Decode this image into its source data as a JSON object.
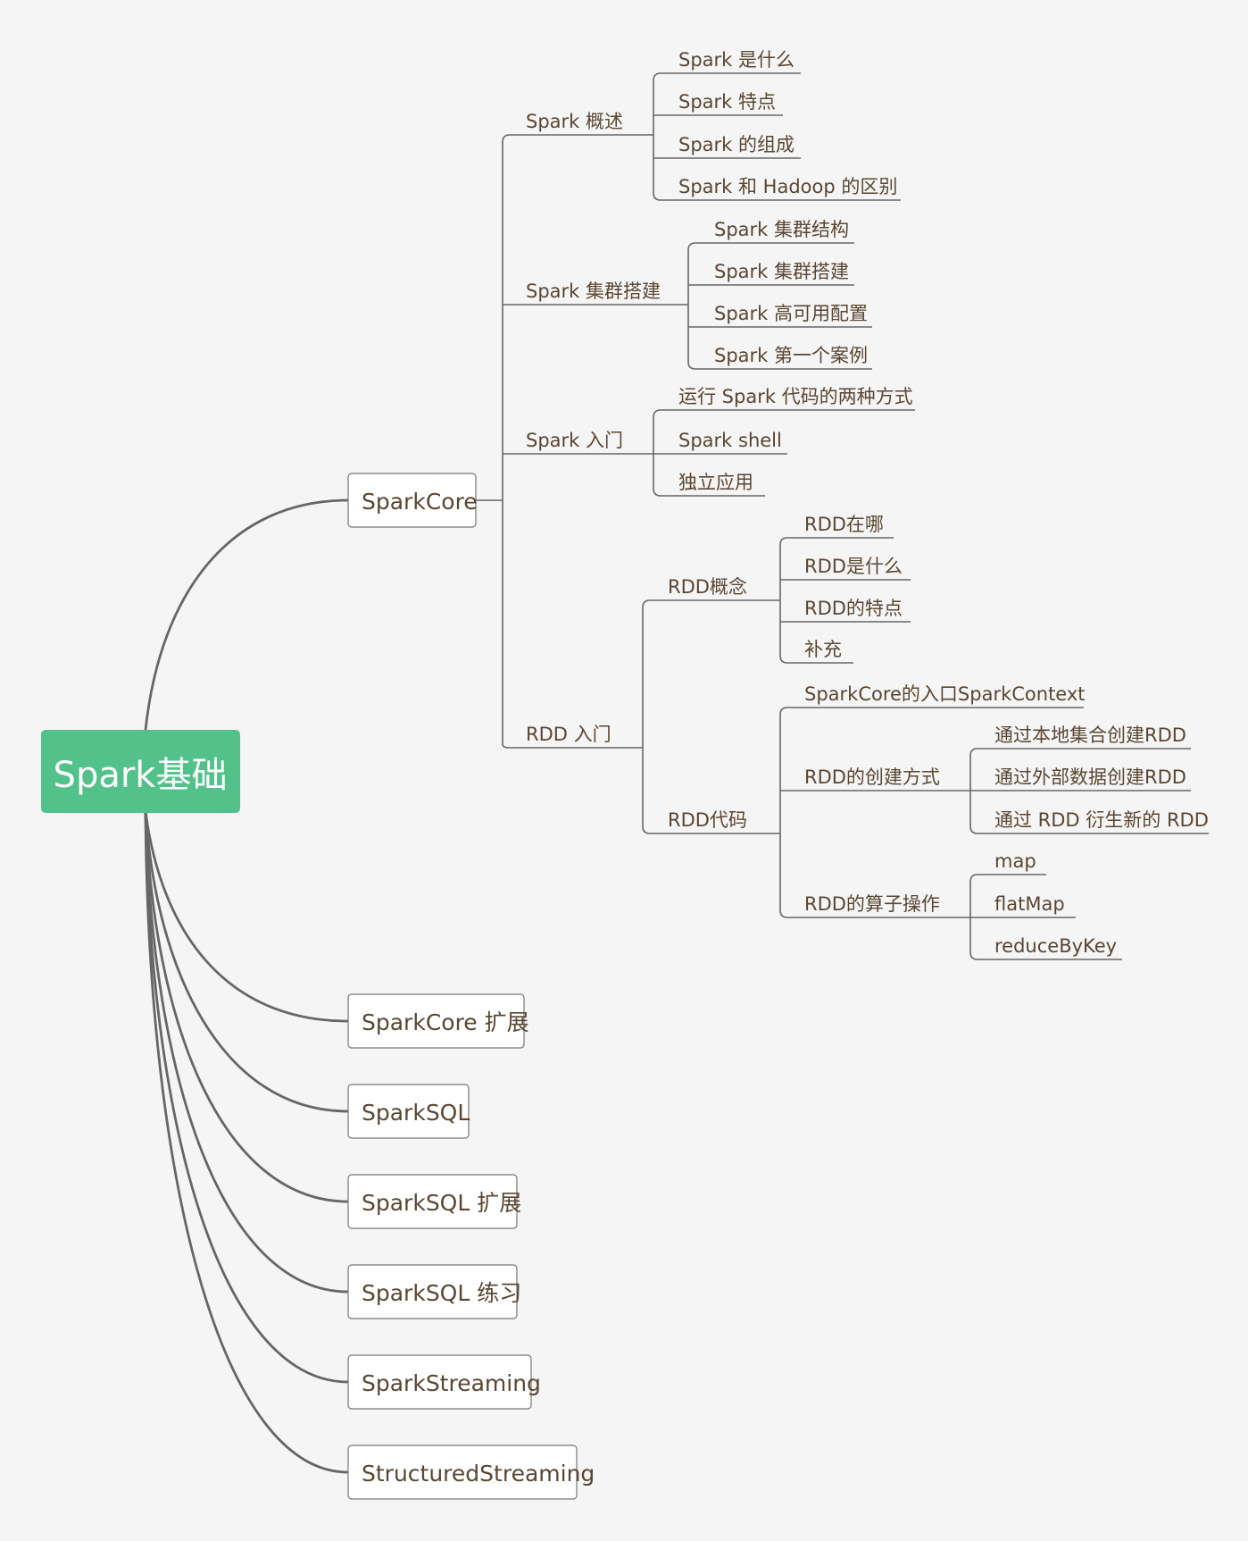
{
  "root": {
    "label": "Spark基础",
    "color": "#52c28a"
  },
  "nodes": {
    "sparkcore": "SparkCore",
    "overview": "Spark 概述",
    "overview_what": "Spark 是什么",
    "overview_features": "Spark 特点",
    "overview_components": "Spark 的组成",
    "overview_vs_hadoop": "Spark 和 Hadoop 的区别",
    "cluster": "Spark 集群搭建",
    "cluster_structure": "Spark 集群结构",
    "cluster_setup": "Spark 集群搭建",
    "cluster_ha": "Spark 高可用配置",
    "cluster_first_case": "Spark 第一个案例",
    "intro": "Spark 入门",
    "intro_two_ways": "运行 Spark 代码的两种方式",
    "intro_shell": "Spark shell",
    "intro_standalone": "独立应用",
    "rdd_intro": "RDD 入门",
    "rdd_concept": "RDD概念",
    "rdd_where": "RDD在哪",
    "rdd_what": "RDD是什么",
    "rdd_features": "RDD的特点",
    "rdd_supplement": "补充",
    "rdd_code": "RDD代码",
    "rdd_entry": "SparkCore的入口SparkContext",
    "rdd_create": "RDD的创建方式",
    "rdd_create_local": "通过本地集合创建RDD",
    "rdd_create_external": "通过外部数据创建RDD",
    "rdd_create_derive": "通过 RDD 衍生新的 RDD",
    "rdd_ops": "RDD的算子操作",
    "op_map": "map",
    "op_flatmap": "flatMap",
    "op_reducebykey": "reduceByKey",
    "sparkcore_ext": "SparkCore 扩展",
    "sparksql": "SparkSQL",
    "sparksql_ext": "SparkSQL 扩展",
    "sparksql_practice": "SparkSQL 练习",
    "sparkstreaming": "SparkStreaming",
    "structuredstreaming": "StructuredStreaming"
  }
}
